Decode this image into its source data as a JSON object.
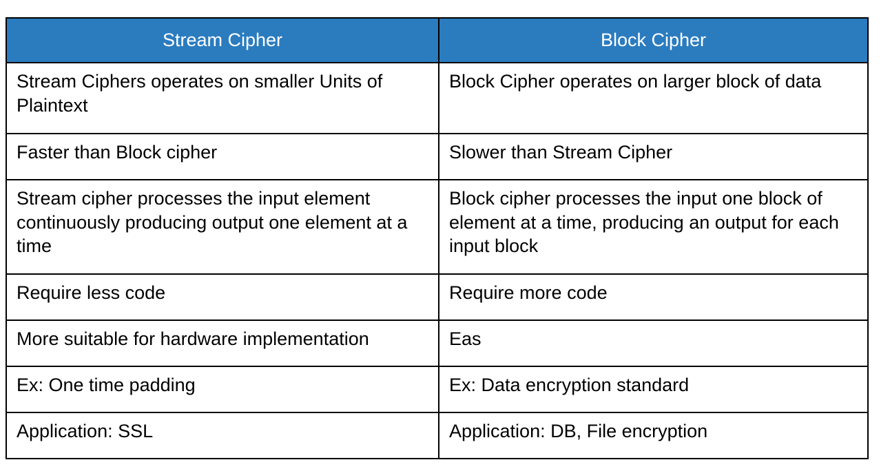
{
  "table": {
    "accent_color": "#2b7cbf",
    "border_color": "#000000",
    "header_text_color": "#ffffff",
    "body_text_color": "#000000",
    "columns": [
      {
        "label": "Stream Cipher"
      },
      {
        "label": "Block Cipher"
      }
    ],
    "rows": [
      {
        "left": "Stream Ciphers operates on smaller Units of Plaintext",
        "right": "Block Cipher operates on larger block of data"
      },
      {
        "left": "Faster than Block cipher",
        "right": "Slower than Stream Cipher"
      },
      {
        "left": "Stream cipher processes the input element continuously producing output one element at a time",
        "right": "Block cipher processes the input one block of element at a time, producing an output for each input block"
      },
      {
        "left": "Require less code",
        "right": "Require more code"
      },
      {
        "left": "More suitable for hardware implementation",
        "right": "Eas"
      },
      {
        "left": "Ex: One time padding",
        "right": "Ex: Data encryption standard"
      },
      {
        "left": "Application: SSL",
        "right": "Application: DB, File encryption"
      }
    ]
  }
}
